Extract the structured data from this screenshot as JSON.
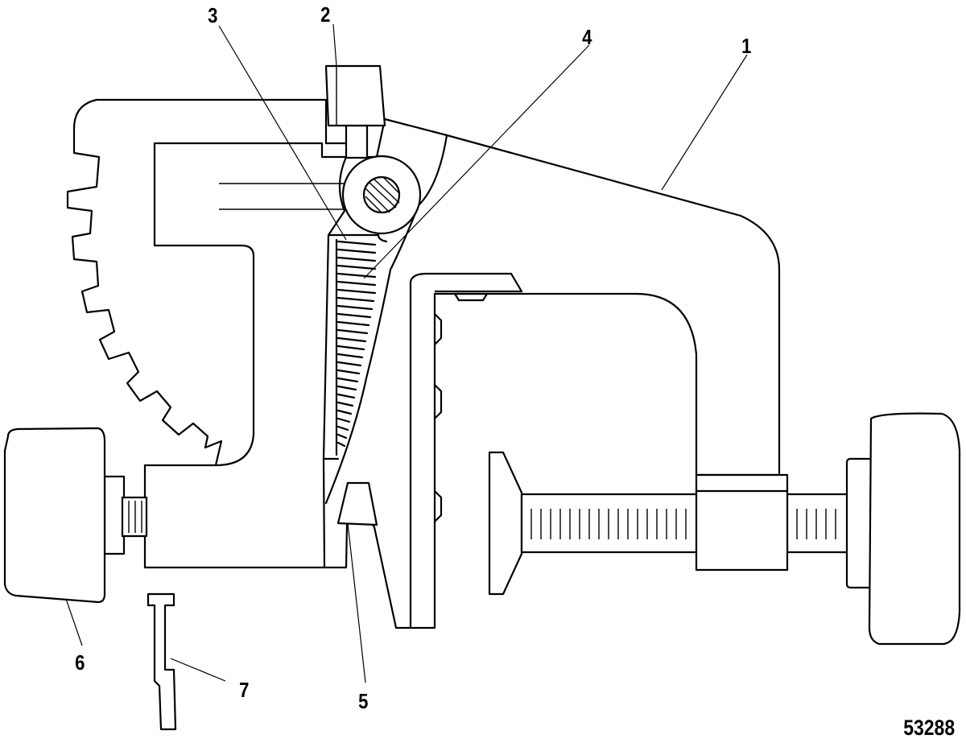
{
  "callouts": [
    {
      "id": "1",
      "label": "1"
    },
    {
      "id": "2",
      "label": "2"
    },
    {
      "id": "3",
      "label": "3"
    },
    {
      "id": "4",
      "label": "4"
    },
    {
      "id": "5",
      "label": "5"
    },
    {
      "id": "6",
      "label": "6"
    },
    {
      "id": "7",
      "label": "7"
    }
  ],
  "figure_number": "53288",
  "colors": {
    "line": "#000000",
    "background": "#ffffff"
  }
}
